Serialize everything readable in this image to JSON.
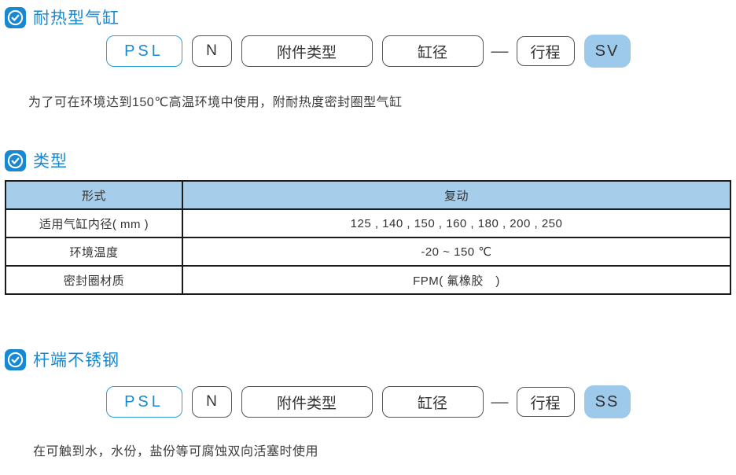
{
  "colors": {
    "brand_blue": "#1789d2",
    "suffix_fill_blue": "#9dc9eb",
    "table_header_blue": "#a6cdea"
  },
  "sections": {
    "heat_resistant": {
      "title": "耐热型气缸",
      "order_code": {
        "model": "PSL",
        "nil_code": "N",
        "accessory": "附件类型",
        "bore": "缸径",
        "dash": "—",
        "stroke": "行程",
        "suffix": "SV"
      },
      "description": "为了可在环境达到150℃高温环境中使用，附耐热度密封圈型气缸"
    },
    "type": {
      "title": "类型",
      "table": {
        "rows": [
          {
            "label": "形式",
            "value": "复动"
          },
          {
            "label": "适用气缸内径( mm )",
            "value": "125 , 140 , 150 , 160 , 180 , 200 , 250"
          },
          {
            "label": "环境温度",
            "value": "-20 ~ 150 ℃"
          },
          {
            "label": "密封圈材质",
            "value": "FPM( 氟橡胶　)"
          }
        ]
      }
    },
    "rod_end_stainless": {
      "title": "杆端不锈钢",
      "order_code": {
        "model": "PSL",
        "nil_code": "N",
        "accessory": "附件类型",
        "bore": "缸径",
        "dash": "—",
        "stroke": "行程",
        "suffix": "SS"
      },
      "description": "在可触到水，水份，盐份等可腐蚀双向活塞时使用"
    }
  }
}
